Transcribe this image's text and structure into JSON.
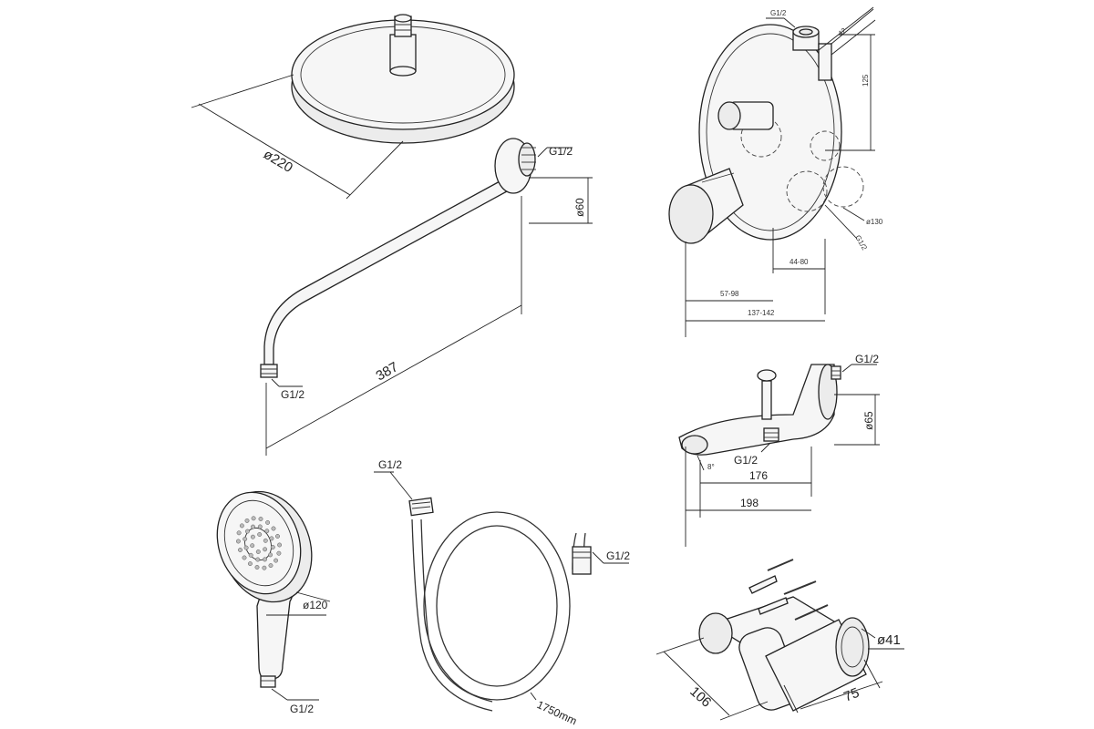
{
  "shower_head": {
    "diameter": "ø220"
  },
  "shower_arm": {
    "thread_top": "G1/2",
    "flange_diameter": "ø60",
    "length": "387",
    "thread_bottom": "G1/2"
  },
  "mixer": {
    "thread_top": "G1/2",
    "depth": "42",
    "height": "125",
    "plate_diameter": "ø130",
    "thread_side": "G1/2",
    "spacing_a": "44-80",
    "spacing_b": "57-98",
    "range": "137-142"
  },
  "spout": {
    "thread_top": "G1/2",
    "flange_diameter": "ø65",
    "angle": "8°",
    "thread_bottom": "G1/2",
    "length_a": "176",
    "length_b": "198"
  },
  "hand_shower": {
    "thread_bottom": "G1/2",
    "head_diameter": "ø120"
  },
  "hose": {
    "thread_a": "G1/2",
    "thread_b": "G1/2",
    "length": "1750mm"
  },
  "holder": {
    "diameter": "ø41",
    "length": "106",
    "depth": "75"
  }
}
